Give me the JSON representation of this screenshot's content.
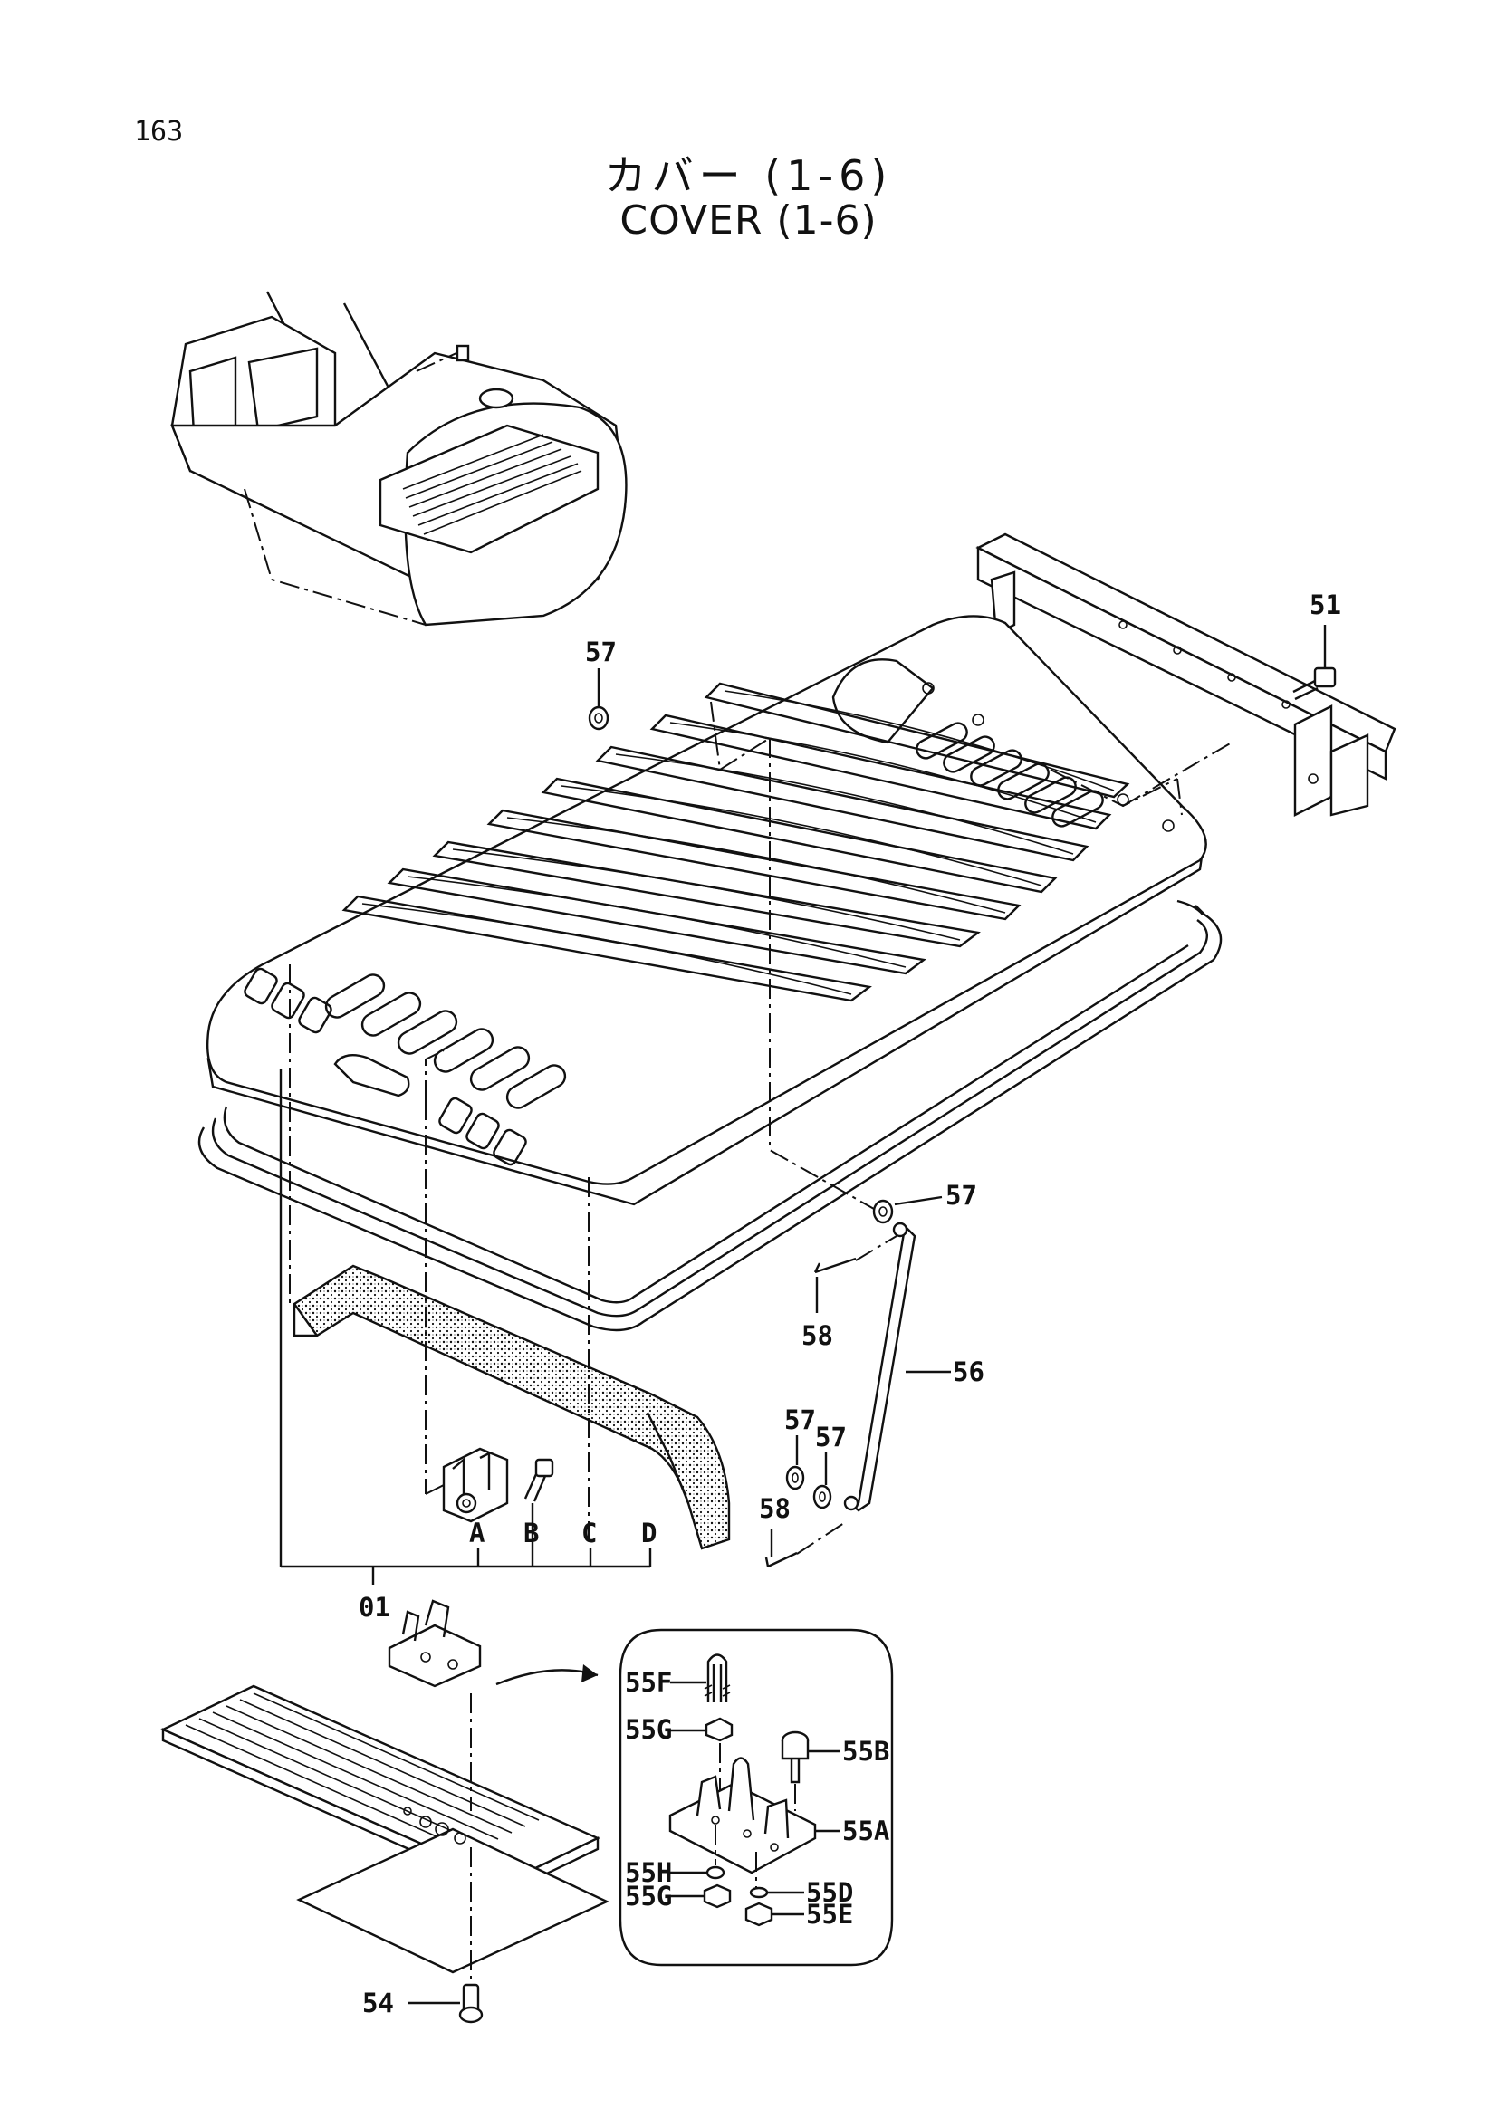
{
  "page_number": "163",
  "title_jp": "カバー (1-6)",
  "title_en": "COVER (1-6)",
  "callouts": {
    "c51": "51",
    "c57_top": "57",
    "c57_right": "57",
    "c57_low1": "57",
    "c57_low2": "57",
    "c58_top": "58",
    "c58_low": "58",
    "c56": "56",
    "cA": "A",
    "cB": "B",
    "cC": "C",
    "cD": "D",
    "c01": "01",
    "c54": "54",
    "c55A": "55A",
    "c55B": "55B",
    "c55D": "55D",
    "c55E": "55E",
    "c55F": "55F",
    "c55G_top": "55G",
    "c55G_bot": "55G",
    "c55H": "55H"
  }
}
